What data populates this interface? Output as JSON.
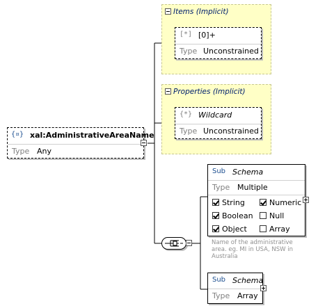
{
  "root": {
    "icon": "{¤}",
    "name": "xal:AdministrativeAreaName",
    "type_label": "Type",
    "type_value": "Any"
  },
  "items_group": {
    "title": "Items (Implicit)",
    "icon": "[*]",
    "name": "[0]+",
    "type_label": "Type",
    "type_value": "Unconstrained"
  },
  "props_group": {
    "title": "Properties (Implicit)",
    "icon": "{*}",
    "name": "Wildcard",
    "type_label": "Type",
    "type_value": "Unconstrained"
  },
  "schema1": {
    "sub_label": "Sub",
    "title": "Schema",
    "type_label": "Type",
    "type_value": "Multiple",
    "checks": [
      {
        "label": "String",
        "checked": true
      },
      {
        "label": "Numeric",
        "checked": true
      },
      {
        "label": "Boolean",
        "checked": true
      },
      {
        "label": "Null",
        "checked": false
      },
      {
        "label": "Object",
        "checked": true
      },
      {
        "label": "Array",
        "checked": false
      }
    ],
    "description_1": "Name of the administrative",
    "description_2": "area. eg. MI in USA, NSW in",
    "description_3": "Australia"
  },
  "schema2": {
    "sub_label": "Sub",
    "title": "Schema",
    "type_label": "Type",
    "type_value": "Array"
  },
  "colors": {
    "group_bg": "#ffffc6",
    "sub_blue": "#1a4d8f",
    "title_blue": "#00206e"
  },
  "icons": [
    "object-icon",
    "array-icon",
    "wildcard-icon",
    "choice-compositor-icon",
    "collapse-icon",
    "expand-icon",
    "checkbox-icon"
  ]
}
